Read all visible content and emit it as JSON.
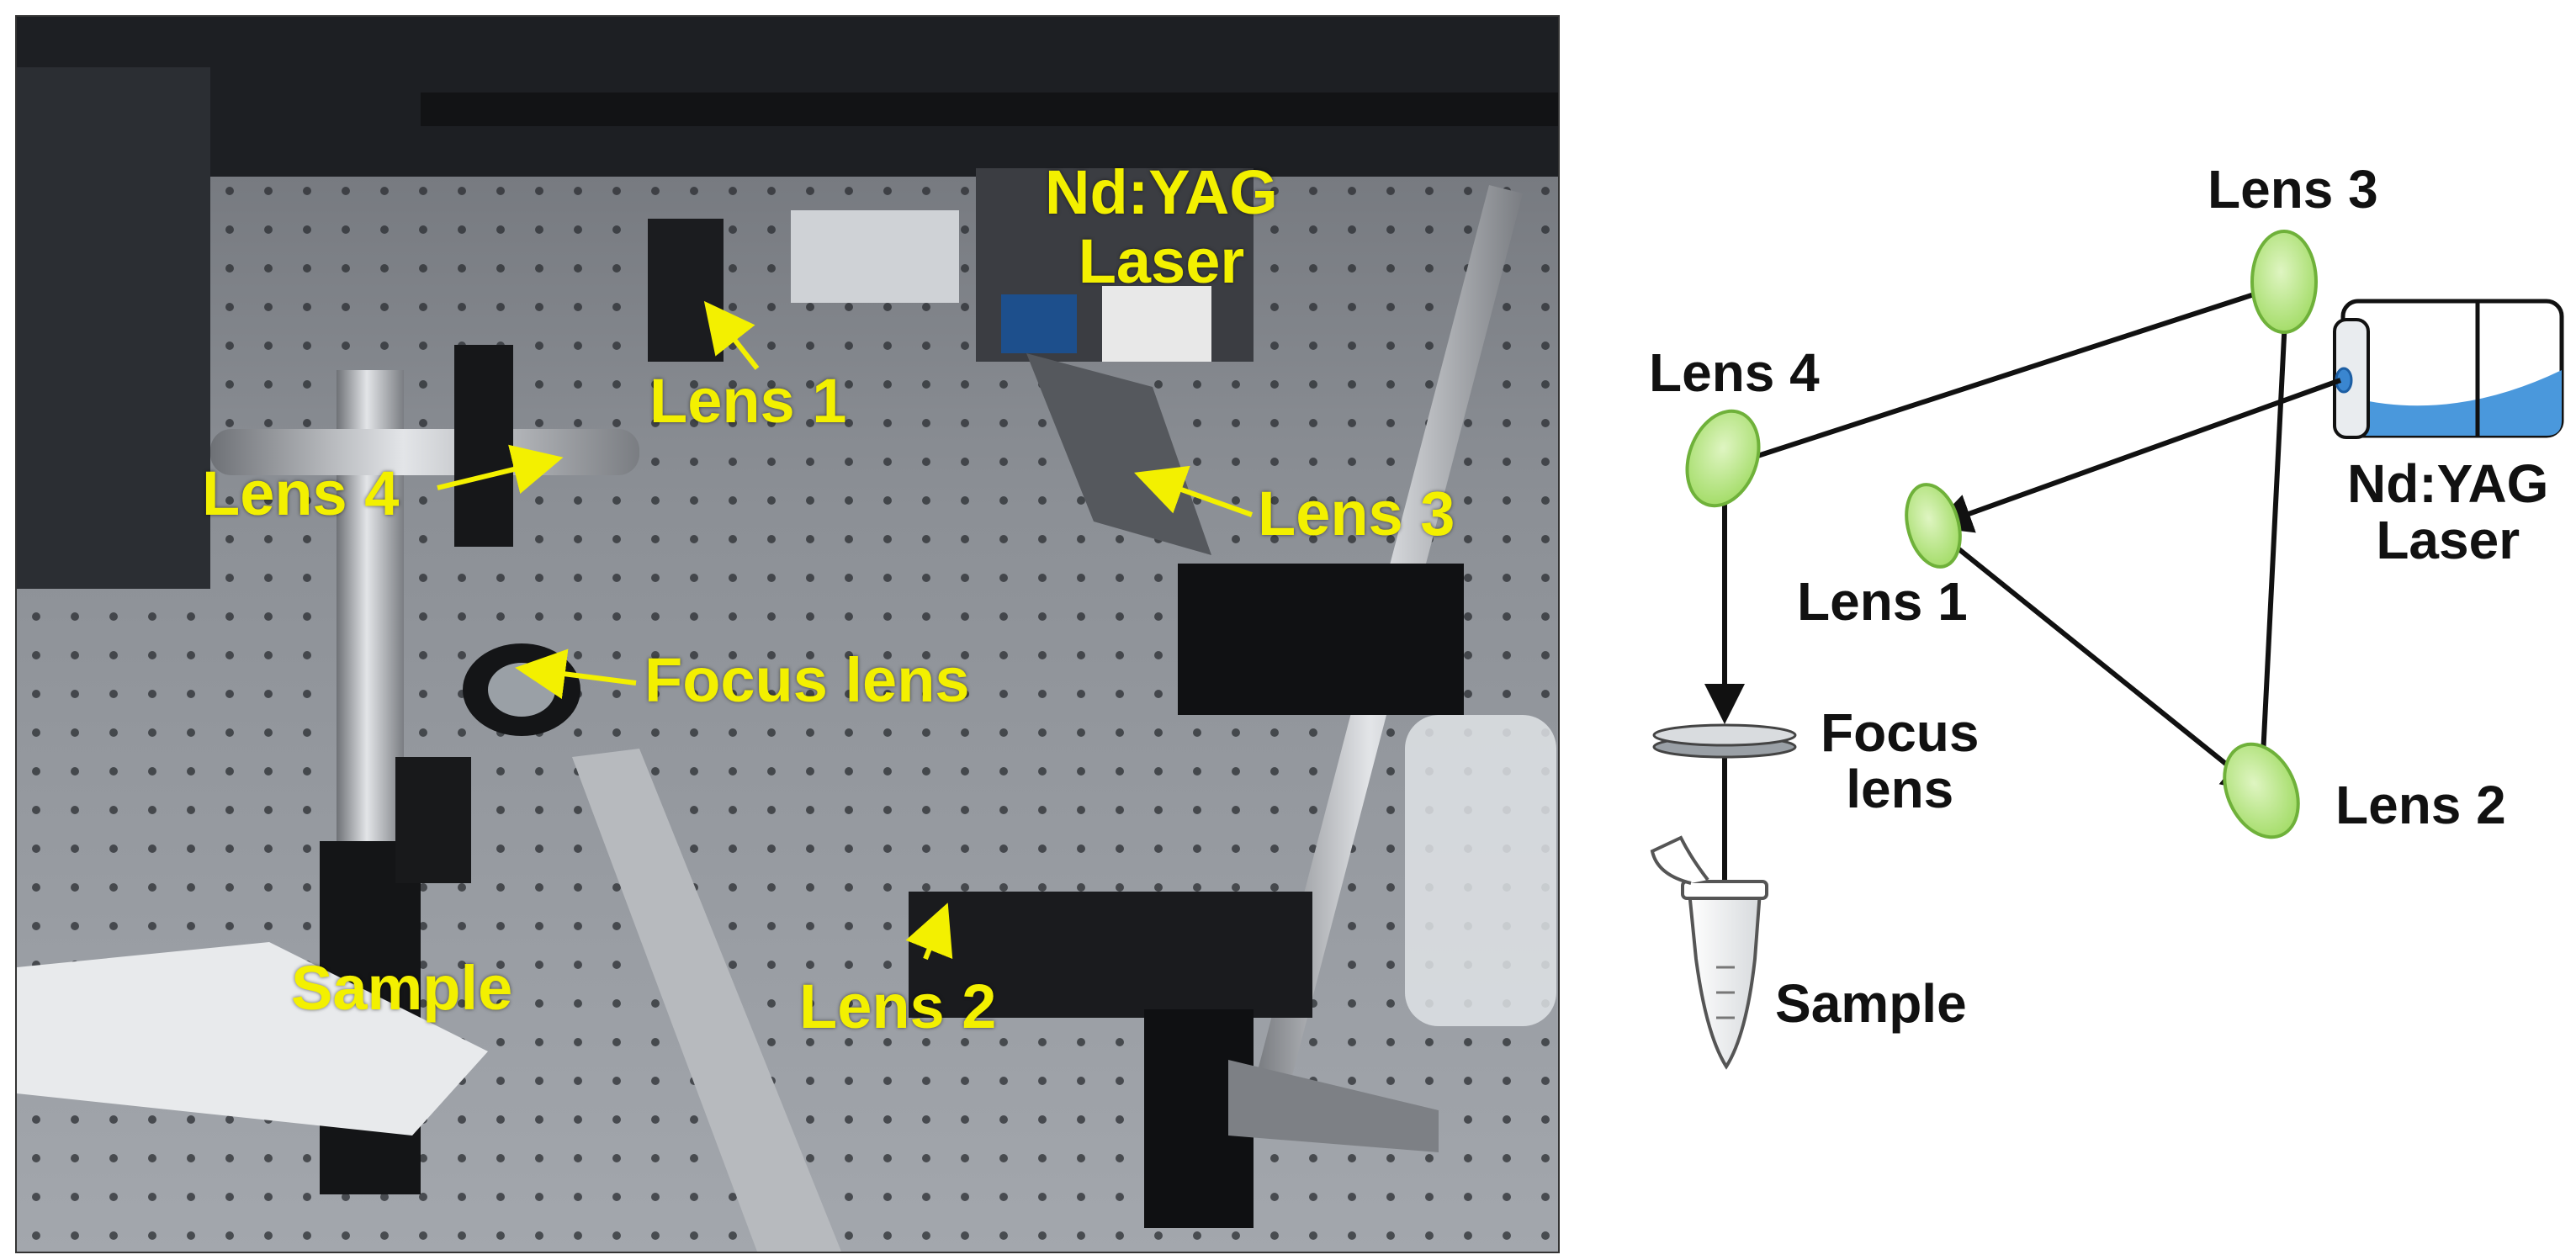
{
  "photo": {
    "labels": {
      "nd_yag": "Nd:YAG",
      "laser": "Laser",
      "lens1": "Lens 1",
      "lens2": "Lens 2",
      "lens3": "Lens 3",
      "lens4": "Lens 4",
      "focus_lens": "Focus lens",
      "sample": "Sample"
    }
  },
  "schematic": {
    "labels": {
      "lens1": "Lens 1",
      "lens2": "Lens 2",
      "lens3": "Lens 3",
      "lens4": "Lens 4",
      "focus": "Focus",
      "lens": "lens",
      "nd_yag": "Nd:YAG",
      "laser": "Laser",
      "sample": "Sample"
    },
    "colors": {
      "lens_fill": "#b6e57a",
      "lens_stroke": "#6fb13a",
      "beam": "#111111",
      "laser_accent": "#3f8fd6"
    }
  }
}
